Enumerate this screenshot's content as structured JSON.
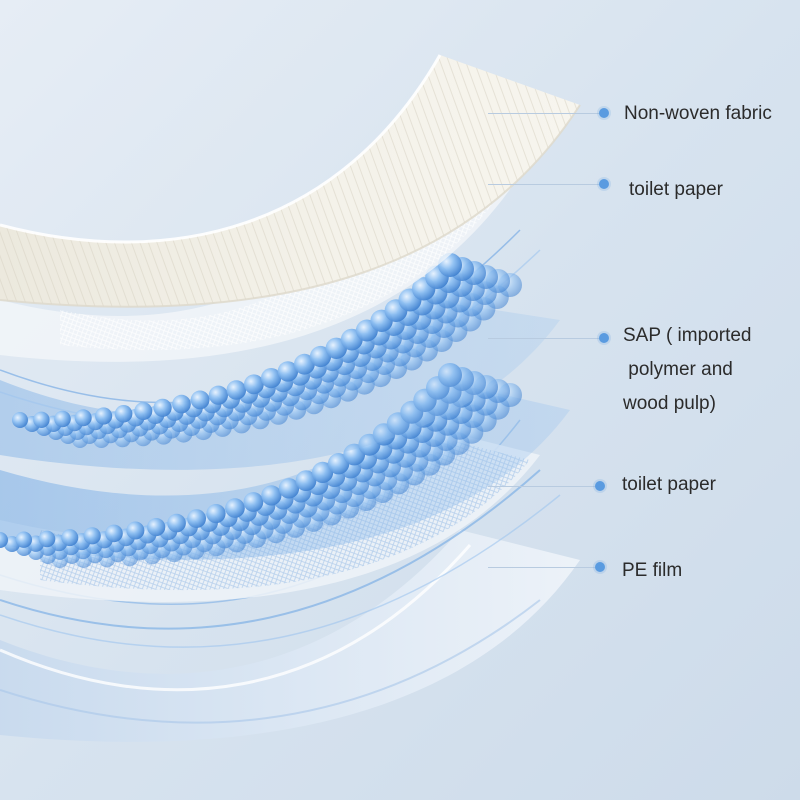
{
  "colors": {
    "background": "#d9e4ef",
    "fabric": "#efece3",
    "paper": "#f4f6f8",
    "sap": "#5d9de0",
    "film": "#dbe6f2",
    "dot": "#5a9be0",
    "line": "#b8cbe0",
    "text": "#2b2b2b"
  },
  "layers": [
    {
      "id": "nonwoven",
      "label_lines": [
        "Non-woven fabric"
      ]
    },
    {
      "id": "toilet-paper-top",
      "label_lines": [
        "toilet paper"
      ]
    },
    {
      "id": "sap",
      "label_lines": [
        "SAP ( imported",
        " polymer and",
        "wood pulp)"
      ]
    },
    {
      "id": "toilet-paper-bottom",
      "label_lines": [
        "toilet paper"
      ]
    },
    {
      "id": "pe-film",
      "label_lines": [
        "PE film"
      ]
    }
  ]
}
